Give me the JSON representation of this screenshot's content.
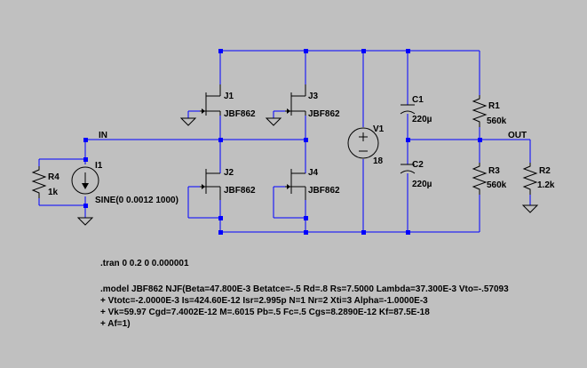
{
  "net_labels": {
    "input": "IN",
    "output": "OUT"
  },
  "components": {
    "J1": {
      "ref": "J1",
      "value": "JBF862"
    },
    "J2": {
      "ref": "J2",
      "value": "JBF862"
    },
    "J3": {
      "ref": "J3",
      "value": "JBF862"
    },
    "J4": {
      "ref": "J4",
      "value": "JBF862"
    },
    "C1": {
      "ref": "C1",
      "value": "220µ"
    },
    "C2": {
      "ref": "C2",
      "value": "220µ"
    },
    "V1": {
      "ref": "V1",
      "value": "18"
    },
    "R1": {
      "ref": "R1",
      "value": "560k"
    },
    "R2": {
      "ref": "R2",
      "value": "1.2k"
    },
    "R3": {
      "ref": "R3",
      "value": "560k"
    },
    "R4": {
      "ref": "R4",
      "value": "1k"
    },
    "I1": {
      "ref": "I1",
      "value": "SINE(0 0.0012 1000)"
    }
  },
  "directives": {
    "tran": ".tran 0 0.2 0 0.000001",
    "model": [
      ".model JBF862 NJF(Beta=47.800E-3 Betatce=-.5 Rd=.8 Rs=7.5000 Lambda=37.300E-3 Vto=-.57093",
      "+ Vtotc=-2.0000E-3 Is=424.60E-12 Isr=2.995p N=1 Nr=2 Xti=3 Alpha=-1.0000E-3",
      "+ Vk=59.97 Cgd=7.4002E-12 M=.6015 Pb=.5 Fc=.5 Cgs=8.2890E-12 Kf=87.5E-18",
      "+ Af=1)"
    ]
  },
  "colors": {
    "background": "#c0c0c0",
    "wire": "#0000ff",
    "symbol": "#000000"
  }
}
